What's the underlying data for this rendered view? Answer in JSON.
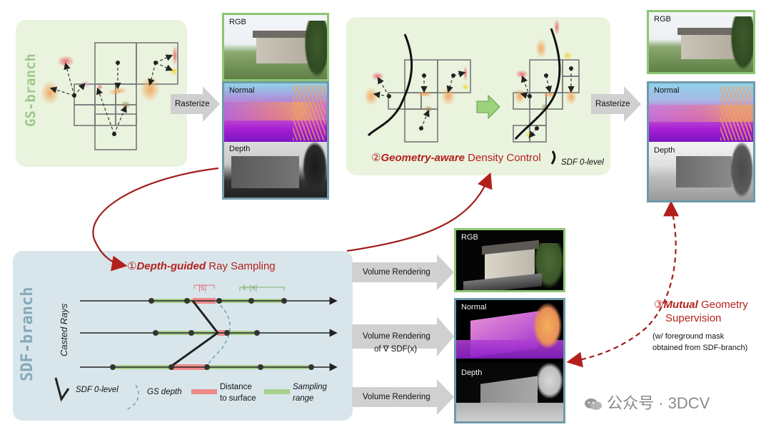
{
  "gs_branch": {
    "title": "GS-branch"
  },
  "sdf_branch": {
    "title": "SDF-branch",
    "rays_label": "Casted Rays"
  },
  "rasterize_labels": [
    "Rasterize",
    "Rasterize"
  ],
  "image_labels": {
    "rgb": "RGB",
    "normal": "Normal",
    "depth": "Depth"
  },
  "steps": {
    "step1": {
      "num": "①",
      "bold": "Depth-guided",
      "rest": " Ray Sampling"
    },
    "step2": {
      "num": "②",
      "bold": "Geometry-aware",
      "rest": " Density Control"
    },
    "step3": {
      "num": "③",
      "bold": "Mutual",
      "rest": " Geometry",
      "line2": "Supervision",
      "note_line1": "(w/ foreground mask",
      "note_line2": "obtained from SDF-branch)"
    }
  },
  "sdf_zero_level": "SDF 0-level",
  "volume_rendering": {
    "rgb": "Volume Rendering",
    "normal_line1": "Volume Rendering",
    "normal_line2": "of ∇ SDF(x)",
    "depth": "Volume Rendering"
  },
  "ray_annotations": {
    "s": "|s|",
    "ks": "k·|s|"
  },
  "legend": {
    "sdf": "SDF 0-level",
    "gs_depth": "GS depth",
    "distance_line1": "Distance",
    "distance_line2": "to surface",
    "sampling_line1": "Sampling",
    "sampling_line2": "range"
  },
  "watermark": "公众号 · 3DCV",
  "colors": {
    "accent_red": "#b3201b",
    "panel_green": "#e9f3de",
    "panel_blue": "#d8e6ec",
    "frame_green": "#8cc672",
    "frame_blue": "#6f9aab",
    "sampling_green": "#a8d08d",
    "distance_pink": "#ee8a8a"
  }
}
